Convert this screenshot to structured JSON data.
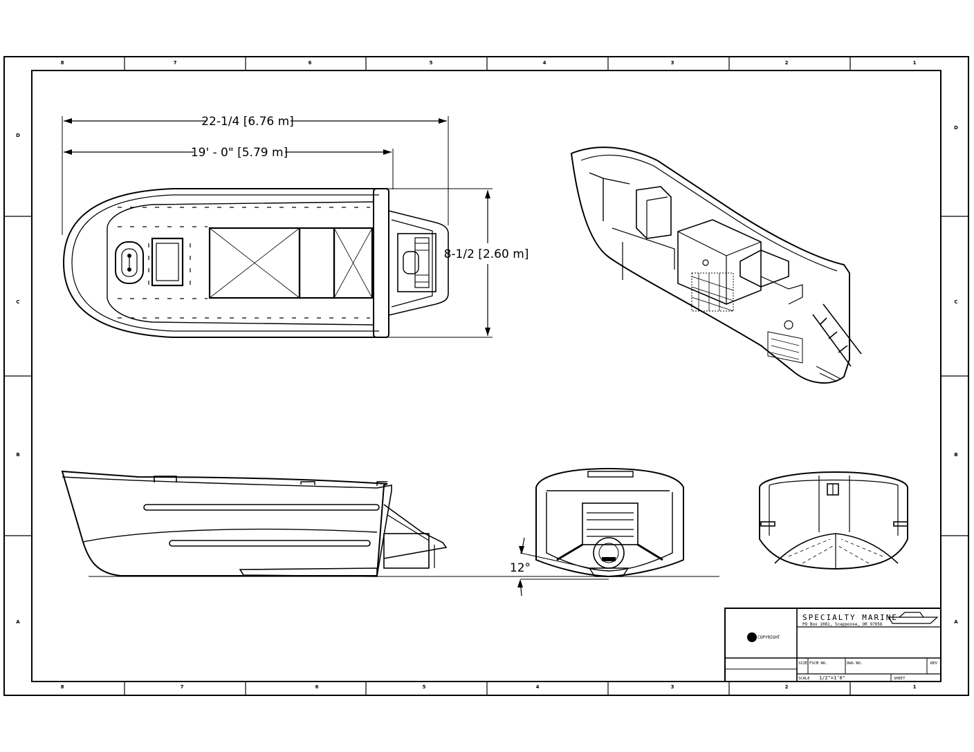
{
  "border": {
    "col_labels": [
      "8",
      "7",
      "6",
      "5",
      "4",
      "3",
      "2",
      "1"
    ],
    "row_labels": [
      "D",
      "C",
      "B",
      "A"
    ]
  },
  "dimensions": {
    "overall_length": "22-1/4 [6.76 m]",
    "hull_length": "19' - 0\" [5.79 m]",
    "beam": "8-1/2 [2.60 m]",
    "deadrise": "12°"
  },
  "title_block": {
    "company": "SPECIALTY MARINE",
    "address": "PO Box 1081, Scappoose, OR 97056",
    "copyright": "COPYRIGHT",
    "size_label": "SIZE",
    "fscm_label": "FSCM NO.",
    "dwg_label": "DWG NO.",
    "rev_label": "REV",
    "scale_label": "SCALE",
    "scale_value": "1/2\"=1'0\"",
    "sheet_label": "SHEET"
  }
}
